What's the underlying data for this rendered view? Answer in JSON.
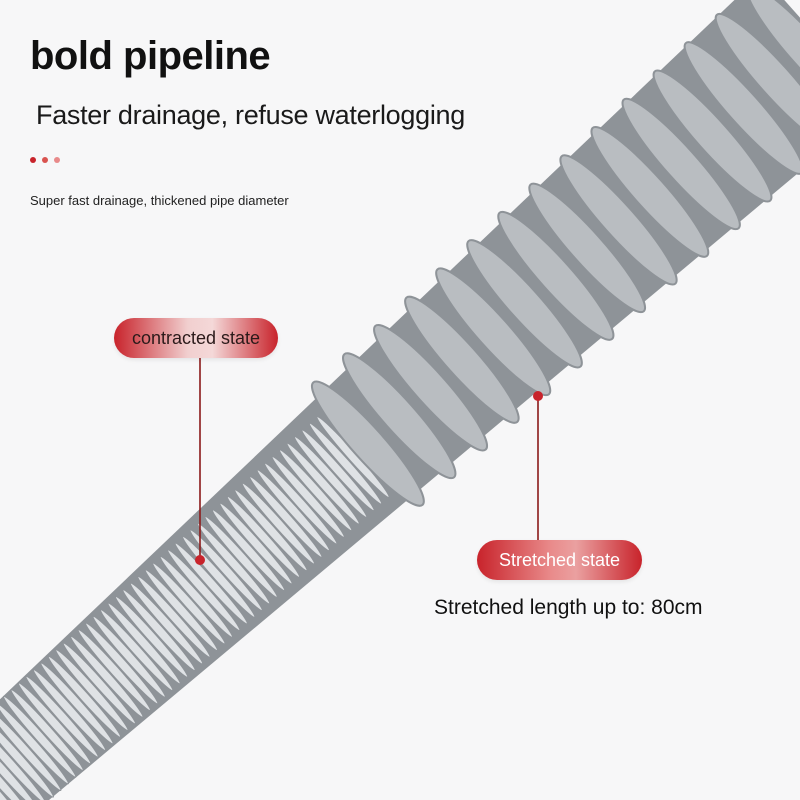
{
  "header": {
    "title": "bold pipeline",
    "subtitle": "Faster drainage, refuse waterlogging",
    "description": "Super fast drainage, thickened pipe diameter"
  },
  "labels": {
    "contracted": "contracted state",
    "stretched": "Stretched state",
    "length_note": "Stretched length up to: 80cm"
  },
  "colors": {
    "accent": "#c8232b",
    "dots": [
      "#c8232b",
      "#d9534f",
      "#e88a8a"
    ],
    "hose": "#b9bdc1",
    "hose_highlight": "#dfe2e5",
    "hose_shadow": "#8e9398"
  }
}
